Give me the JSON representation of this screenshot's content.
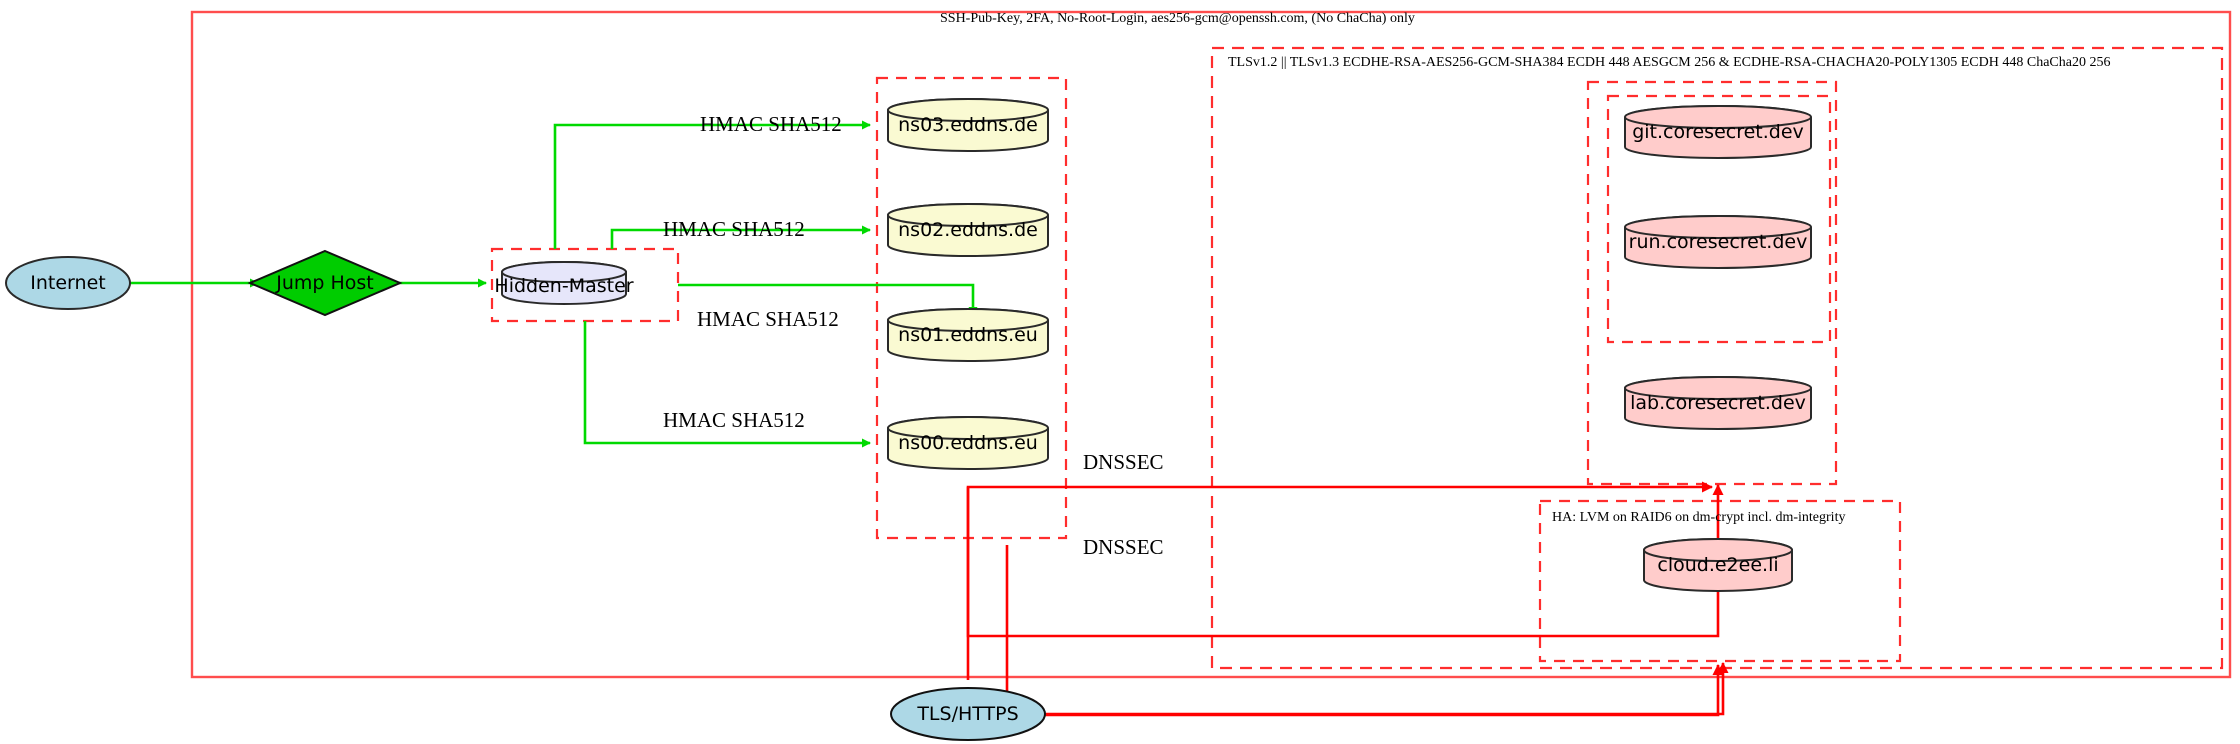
{
  "diagram": {
    "title": "Network / infrastructure topology",
    "colors": {
      "cluster_border": "#ff2d2d",
      "flow_green": "#00d900",
      "flow_red": "#ff0000",
      "internet_fill": "#add8e6",
      "jump_fill": "#00cc00",
      "master_fill": "#e6e6fa",
      "dns_fill": "#fafad2",
      "service_fill": "#ffcccb",
      "stroke": "#2a2a2a"
    }
  },
  "clusters": [
    {
      "id": "ssh",
      "label": "SSH-Pub-Key, 2FA, No-Root-Login, aes256-gcm@openssh.com, (No ChaCha) only",
      "style": "solid"
    },
    {
      "id": "tls",
      "label": "TLSv1.2 || TLSv1.3 ECDHE-RSA-AES256-GCM-SHA384 ECDH 448 AESGCM 256 & ECDHE-RSA-CHACHA20-POLY1305 ECDH 448 ChaCha20 256",
      "style": "dashed"
    },
    {
      "id": "ha",
      "label": "HA: LVM on RAID6 on dm-crypt incl. dm-integrity",
      "style": "dashed"
    },
    {
      "id": "master_box",
      "label": "",
      "style": "dashed"
    },
    {
      "id": "dns_box",
      "label": "",
      "style": "dashed"
    },
    {
      "id": "coresecret_box",
      "label": "",
      "style": "dashed"
    },
    {
      "id": "coresecret_inner_box",
      "label": "",
      "style": "dashed"
    },
    {
      "id": "cloud_box",
      "label": "",
      "style": "dashed"
    }
  ],
  "nodes": [
    {
      "id": "internet",
      "label": "Internet",
      "shape": "ellipse",
      "fill": "#add8e6"
    },
    {
      "id": "jumphost",
      "label": "Jump Host",
      "shape": "diamond",
      "fill": "#00cc00"
    },
    {
      "id": "hidden_master",
      "label": "Hidden-Master",
      "shape": "cylinder",
      "fill": "#e6e6fa"
    },
    {
      "id": "ns03",
      "label": "ns03.eddns.de",
      "shape": "cylinder",
      "fill": "#fafad2"
    },
    {
      "id": "ns02",
      "label": "ns02.eddns.de",
      "shape": "cylinder",
      "fill": "#fafad2"
    },
    {
      "id": "ns01",
      "label": "ns01.eddns.eu",
      "shape": "cylinder",
      "fill": "#fafad2"
    },
    {
      "id": "ns00",
      "label": "ns00.eddns.eu",
      "shape": "cylinder",
      "fill": "#fafad2"
    },
    {
      "id": "git",
      "label": "git.coresecret.dev",
      "shape": "cylinder",
      "fill": "#ffcccb"
    },
    {
      "id": "run",
      "label": "run.coresecret.dev",
      "shape": "cylinder",
      "fill": "#ffcccb"
    },
    {
      "id": "lab",
      "label": "lab.coresecret.dev",
      "shape": "cylinder",
      "fill": "#ffcccb"
    },
    {
      "id": "cloud",
      "label": "cloud.e2ee.li",
      "shape": "cylinder",
      "fill": "#ffcccb"
    },
    {
      "id": "tlshttps",
      "label": "TLS/HTTPS",
      "shape": "ellipse",
      "fill": "#add8e6"
    }
  ],
  "edges": [
    {
      "id": "e_internet_jump",
      "from": "internet",
      "to": "jumphost",
      "label": "",
      "color": "#00d900"
    },
    {
      "id": "e_jump_master",
      "from": "jumphost",
      "to": "hidden_master",
      "label": "",
      "color": "#00d900"
    },
    {
      "id": "e_master_ns03",
      "from": "hidden_master",
      "to": "ns03",
      "label": "HMAC SHA512",
      "color": "#00d900"
    },
    {
      "id": "e_master_ns02",
      "from": "hidden_master",
      "to": "ns02",
      "label": "HMAC SHA512",
      "color": "#00d900"
    },
    {
      "id": "e_master_ns01",
      "from": "hidden_master",
      "to": "ns01",
      "label": "HMAC SHA512",
      "color": "#00d900"
    },
    {
      "id": "e_master_ns00",
      "from": "hidden_master",
      "to": "ns00",
      "label": "HMAC SHA512",
      "color": "#00d900"
    },
    {
      "id": "e_dnssec_upper",
      "from": "ns-zone",
      "to": "coresecret",
      "label": "DNSSEC",
      "color": "#ff0000"
    },
    {
      "id": "e_dnssec_lower",
      "from": "ns-zone",
      "to": "cloud",
      "label": "DNSSEC",
      "color": "#ff0000"
    },
    {
      "id": "e_tls_services",
      "from": "tlshttps",
      "to": "coresecret",
      "label": "",
      "color": "#ff0000"
    },
    {
      "id": "e_tls_cloud",
      "from": "tlshttps",
      "to": "cloud",
      "label": "",
      "color": "#ff0000"
    }
  ],
  "edge_labels": {
    "hmac": "HMAC SHA512",
    "dnssec": "DNSSEC"
  }
}
